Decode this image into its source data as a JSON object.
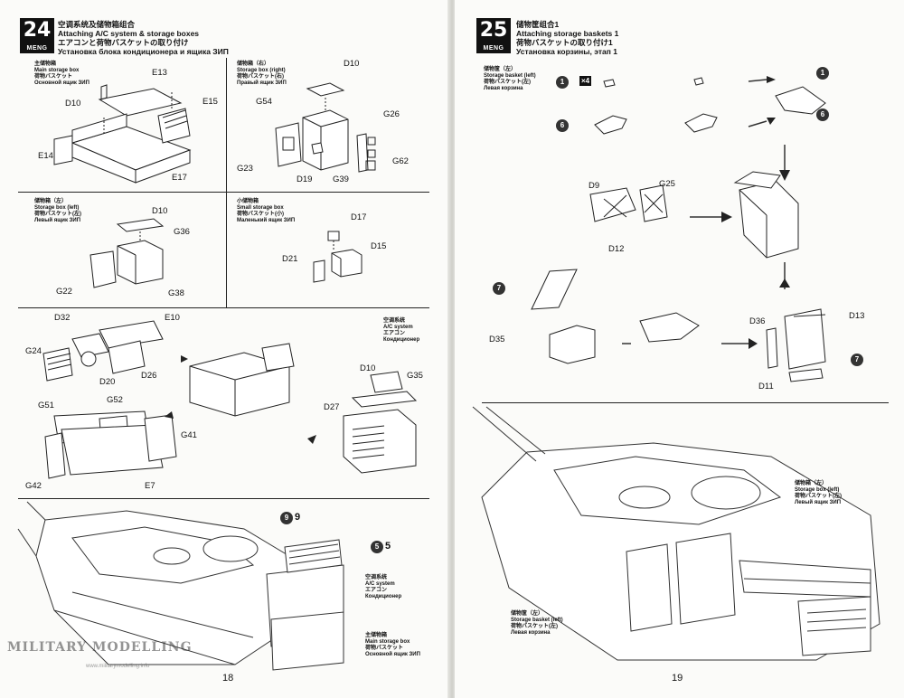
{
  "left": {
    "step": "24",
    "brand": "MENG",
    "title": [
      "空调系统及储物箱组合",
      "Attaching A/C system & storage boxes",
      "エアコンと荷物バスケットの取り付け",
      "Установка блока кондиционера и ящика ЗИП"
    ],
    "panels": {
      "main_box": [
        "主储物箱",
        "Main storage box",
        "荷物バスケット",
        "Основной ящик ЗИП"
      ],
      "right_box": [
        "储物箱（右）",
        "Storage box (right)",
        "荷物バスケット(右)",
        "Правый ящик ЗИП"
      ],
      "left_box": [
        "储物箱（左）",
        "Storage box (left)",
        "荷物バスケット(左)",
        "Левый ящик ЗИП"
      ],
      "small_box": [
        "小储物箱",
        "Small storage box",
        "荷物バスケット(小)",
        "Маленький ящик ЗИП"
      ],
      "ac": [
        "空调系统",
        "A/C system",
        "エアコン",
        "Кондиционер"
      ],
      "ac_bottom": [
        "空调系统",
        "A/C system",
        "エアコン",
        "Кондиционер"
      ],
      "main_bottom": [
        "主储物箱",
        "Main storage box",
        "荷物バスケット",
        "Основной ящик ЗИП"
      ]
    },
    "parts": {
      "main": [
        "D10",
        "E13",
        "E15",
        "E14",
        "E17"
      ],
      "right": [
        "D10",
        "G54",
        "G26",
        "G23",
        "D19",
        "G39",
        "G62"
      ],
      "left": [
        "D10",
        "G36",
        "G22",
        "G38"
      ],
      "small": [
        "D17",
        "D15",
        "D21"
      ],
      "ac1": [
        "D32",
        "E10",
        "G24",
        "D20",
        "D26"
      ],
      "ac2": [
        "G51",
        "G52",
        "G41",
        "G42",
        "E7"
      ],
      "ac3": [
        "D10",
        "G35",
        "D27"
      ]
    },
    "callouts": {
      "x9": "9",
      "w5": "5"
    },
    "page_number": "18"
  },
  "right": {
    "step": "25",
    "brand": "MENG",
    "title": [
      "储物筐组合1",
      "Attaching storage baskets 1",
      "荷物バスケットの取り付け1",
      "Установка корзины, этап 1"
    ],
    "panels": {
      "basket_left": [
        "储物筐（左）",
        "Storage basket (left)",
        "荷物バスケット(左)",
        "Левая корзина"
      ],
      "box_left_bottom": [
        "储物箱（左）",
        "Storage box (left)",
        "荷物バスケット(左)",
        "Левый ящик ЗИП"
      ],
      "basket_left_bottom": [
        "储物筐（左）",
        "Storage basket (left)",
        "荷物バスケット(左)",
        "Левая корзина"
      ]
    },
    "parts": [
      "D9",
      "G25",
      "D12",
      "D36",
      "D13",
      "D35",
      "D11"
    ],
    "callouts": {
      "x1a": "1",
      "x4": "×4",
      "x6a": "6",
      "x1b": "1",
      "x6b": "6",
      "w7a": "7",
      "w7b": "7"
    },
    "page_number": "19"
  },
  "watermark": {
    "name": "MILITARY MODELLING",
    "url": "www.militarymodelling.info"
  }
}
